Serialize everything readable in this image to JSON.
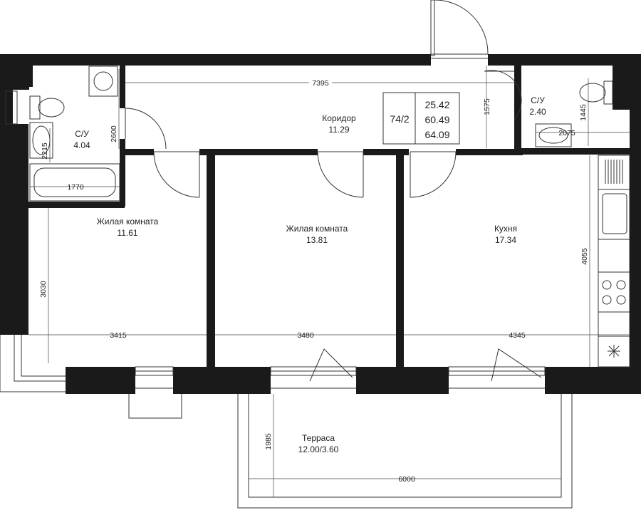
{
  "apartment": {
    "number": "74/2",
    "areas": [
      "25.42",
      "60.49",
      "64.09"
    ]
  },
  "rooms": {
    "corridor": {
      "name": "Коридор",
      "area": "11.29"
    },
    "bath_left": {
      "name": "С/У",
      "area": "4.04"
    },
    "bath_right": {
      "name": "С/У",
      "area": "2.40"
    },
    "living1": {
      "name": "Жилая комната",
      "area": "11.61"
    },
    "living2": {
      "name": "Жилая комната",
      "area": "13.81"
    },
    "kitchen": {
      "name": "Кухня",
      "area": "17.34"
    },
    "terrace": {
      "name": "Терраса",
      "area": "12.00/3.60"
    }
  },
  "dimensions": {
    "corridor_length": "7395",
    "corridor_height": "1575",
    "bath_left_height": "2600",
    "bath_left_small": "2215",
    "bath_left_width": "1770",
    "bath_right_height": "1445",
    "bath_right_width": "2075",
    "living1_height": "3030",
    "living1_width": "3415",
    "living2_width": "3480",
    "kitchen_width": "4345",
    "kitchen_height": "4055",
    "terrace_height": "1985",
    "terrace_width": "6000"
  }
}
